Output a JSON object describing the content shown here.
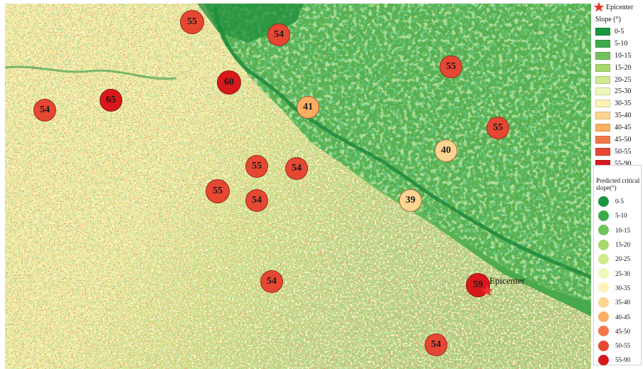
{
  "epicenter": {
    "label": "Epicenter",
    "icon": "red-star-icon",
    "color": "#e8342a"
  },
  "slope_legend": {
    "marker_label": "Epicenter",
    "title": "Slope (°)",
    "classes": [
      {
        "label": "0-5",
        "color": "#1a9641"
      },
      {
        "label": "5-10",
        "color": "#3eab4a"
      },
      {
        "label": "10-15",
        "color": "#73c15b"
      },
      {
        "label": "15-20",
        "color": "#a6d96a"
      },
      {
        "label": "20-25",
        "color": "#cfeb8e"
      },
      {
        "label": "25-30",
        "color": "#eef8b8"
      },
      {
        "label": "30-35",
        "color": "#fff3b5"
      },
      {
        "label": "35-40",
        "color": "#fed590"
      },
      {
        "label": "40-45",
        "color": "#fdae61"
      },
      {
        "label": "45-50",
        "color": "#f4774a"
      },
      {
        "label": "50-55",
        "color": "#e64733"
      },
      {
        "label": "55-90",
        "color": "#d7191c"
      }
    ]
  },
  "critical_legend": {
    "title": "Predicted critical slope(°)",
    "classes": [
      {
        "label": "0-5",
        "color": "#1a9641"
      },
      {
        "label": "5-10",
        "color": "#3eab4a"
      },
      {
        "label": "10-15",
        "color": "#73c15b"
      },
      {
        "label": "15-20",
        "color": "#a6d96a"
      },
      {
        "label": "20-25",
        "color": "#cfeb8e"
      },
      {
        "label": "25-30",
        "color": "#eef8b8"
      },
      {
        "label": "30-35",
        "color": "#fff3b5"
      },
      {
        "label": "35-40",
        "color": "#fed590"
      },
      {
        "label": "40-45",
        "color": "#fdae61"
      },
      {
        "label": "45-50",
        "color": "#f4774a"
      },
      {
        "label": "50-55",
        "color": "#e64733"
      },
      {
        "label": "55-90",
        "color": "#d7191c"
      }
    ]
  },
  "sites": [
    {
      "value": "55",
      "color": "#e64733"
    },
    {
      "value": "54",
      "color": "#e64733"
    },
    {
      "value": "55",
      "color": "#e64733"
    },
    {
      "value": "60",
      "color": "#d7191c"
    },
    {
      "value": "54",
      "color": "#e64733"
    },
    {
      "value": "65",
      "color": "#d7191c"
    },
    {
      "value": "41",
      "color": "#fdae61"
    },
    {
      "value": "55",
      "color": "#e64733"
    },
    {
      "value": "40",
      "color": "#fed590"
    },
    {
      "value": "55",
      "color": "#e64733"
    },
    {
      "value": "54",
      "color": "#e64733"
    },
    {
      "value": "55",
      "color": "#e64733"
    },
    {
      "value": "54",
      "color": "#e64733"
    },
    {
      "value": "39",
      "color": "#fed590"
    },
    {
      "value": "54",
      "color": "#e64733"
    },
    {
      "value": "59",
      "color": "#d7191c"
    },
    {
      "value": "54",
      "color": "#e64733"
    }
  ]
}
